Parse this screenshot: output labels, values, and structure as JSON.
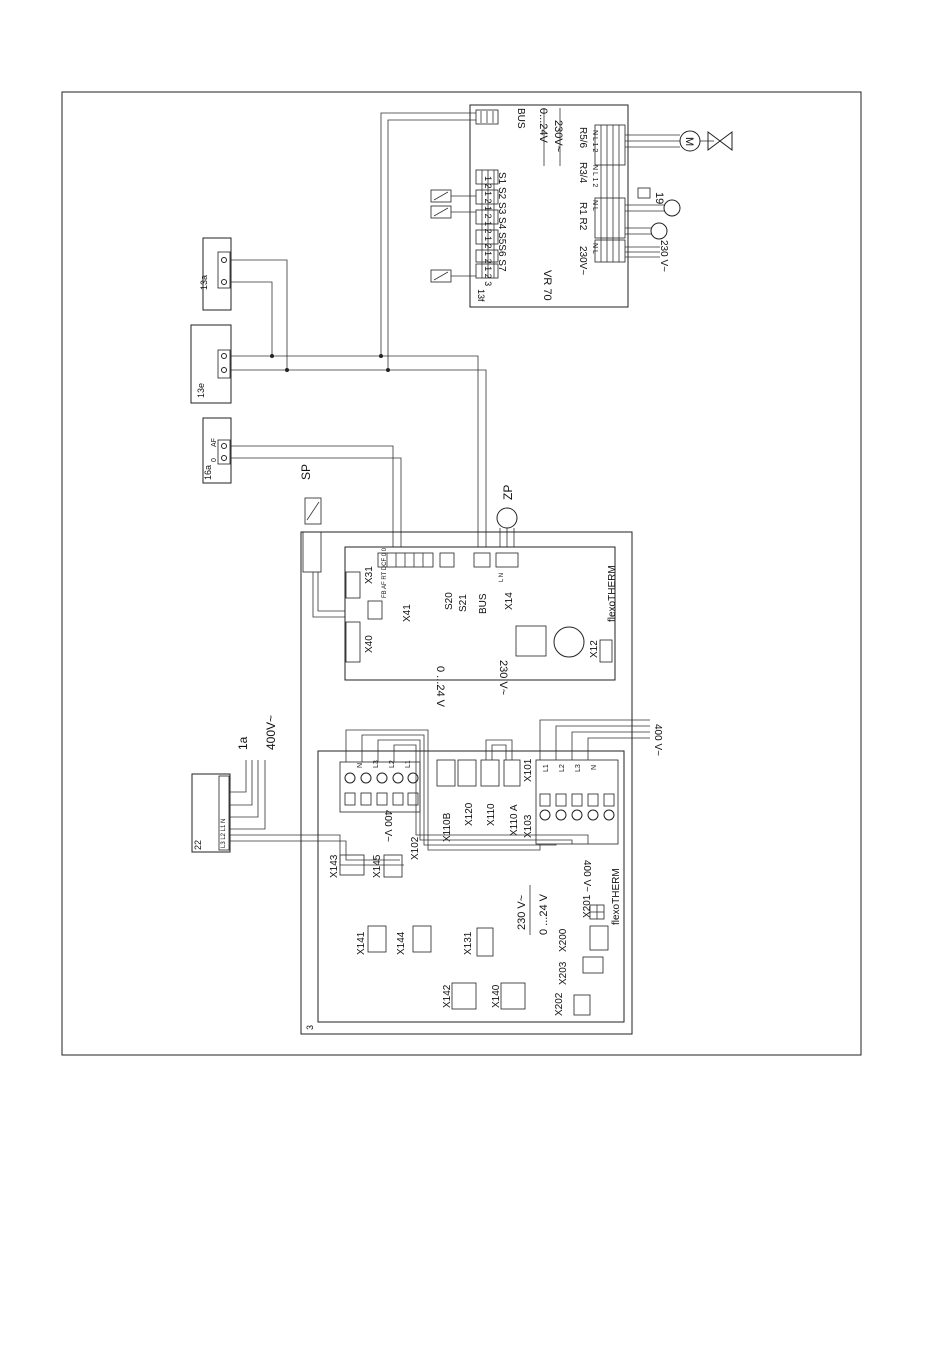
{
  "vr70": {
    "bus": "BUS",
    "v24": "0...24V",
    "v230": "230V~",
    "r56": "R5/6",
    "r34": "R3/4",
    "nl12a": "N L 1 2",
    "nl12b": "N L 1 2",
    "r1r2": "R1  R2",
    "v230b": "230V~",
    "nla": "N L",
    "nlb": "N L",
    "s_high": "S1 S2 S3 S4 S5S6  S7",
    "pins": "1 2  1 2  1 2  1 2  1 2  1 2  1 2 3",
    "name": "VR 70",
    "ref13f": "13f",
    "supply": "230 V~",
    "motor": "M",
    "ref19": "19"
  },
  "external": {
    "ref13a": "13a",
    "ref13e": "13e",
    "ref16a": "16a",
    "af": "AF",
    "zero": "0",
    "sp": "SP",
    "zp": "ZP",
    "ref1a": "1a",
    "v400": "400V~",
    "ref22": "22",
    "t22": "L3 L2 L1 N",
    "v400b": "400 V~"
  },
  "upper_board": {
    "x31": "X31",
    "x41": "X41",
    "x40": "X40",
    "x41pins": "FB  AF  RT  DCF  0  0",
    "s20": "S20",
    "s21": "S21",
    "bus": "BUS",
    "x14": "X14",
    "x14pins": "L  N",
    "flexo": "flexoTHERM",
    "x12": "X12",
    "v24": "0 ...24 V",
    "v230": "230 V~"
  },
  "lower_board": {
    "ref3": "3",
    "x102": "X102",
    "v400": "400 V~",
    "x110b": "X110B",
    "x120": "X120",
    "x110": "X110",
    "x110a": "X110 A",
    "x101": "X101",
    "x103": "X103",
    "v400b": "400 V~",
    "flexo": "flexoTHERM",
    "x143": "X143",
    "x145": "X145",
    "x141": "X141",
    "x144": "X144",
    "x131": "X131",
    "x142": "X142",
    "x140": "X140",
    "v230": "230 V~",
    "v24": "0 ...24 V",
    "x200": "X200",
    "x201": "X201",
    "x203": "X203",
    "x202": "X202",
    "term_left": [
      "N",
      "L3",
      "L2",
      "L1"
    ],
    "term_right": [
      "L1",
      "L2",
      "L3",
      "N"
    ]
  }
}
